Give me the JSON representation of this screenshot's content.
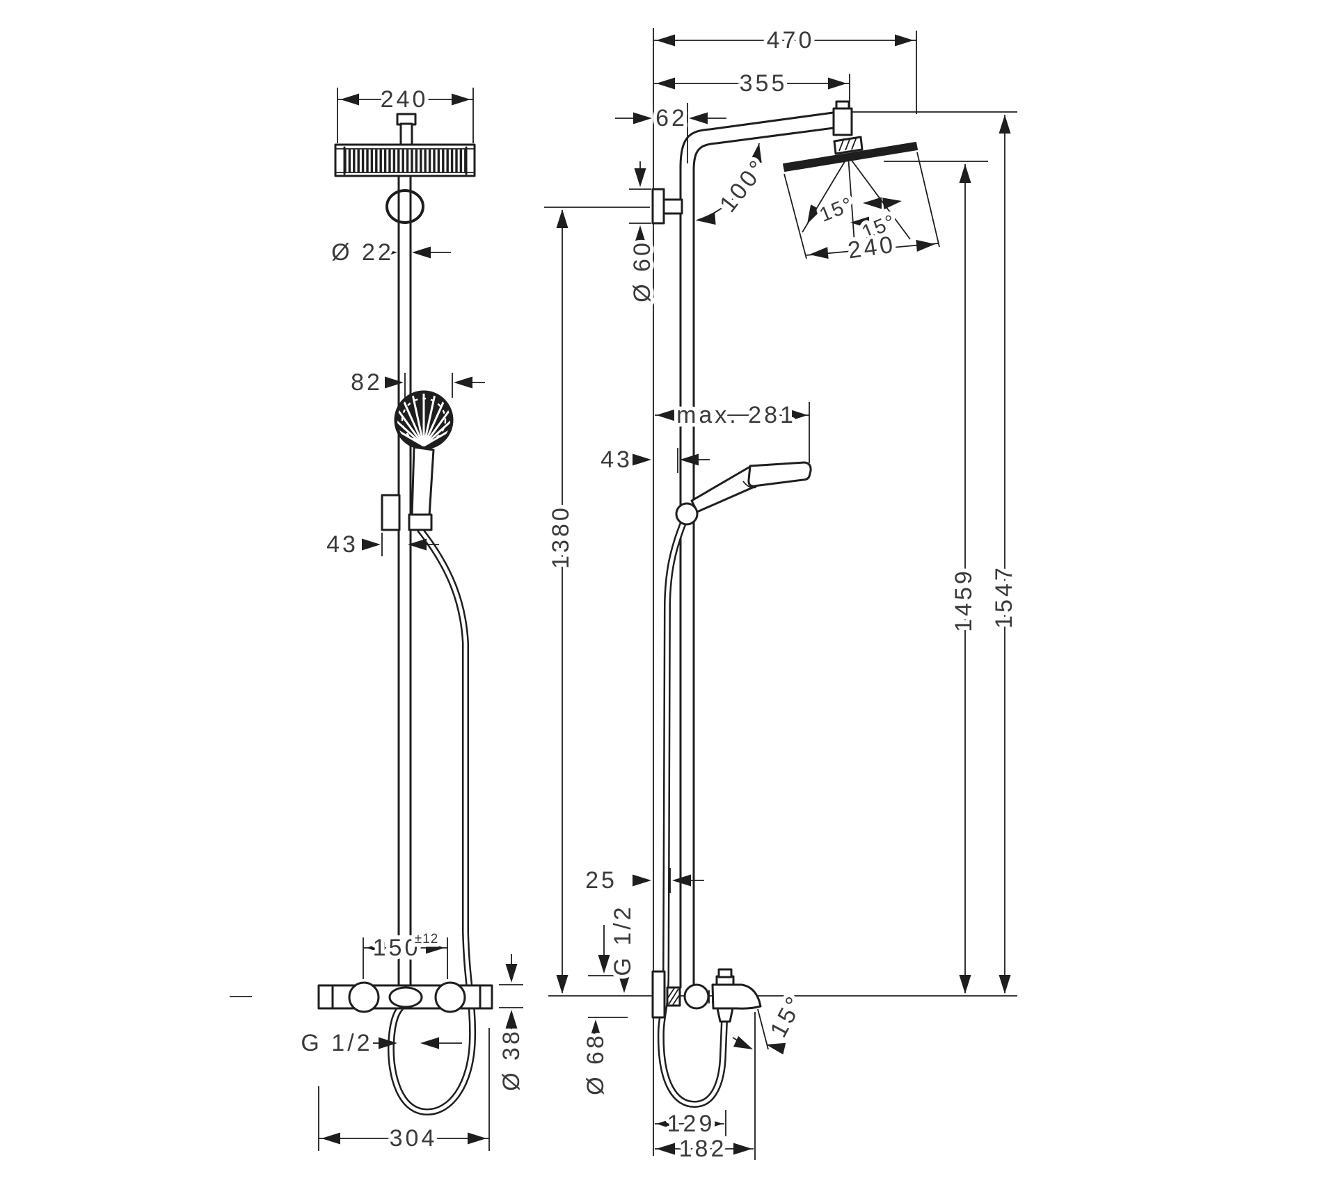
{
  "colors": {
    "line": "#1e1e1e",
    "text": "#3a3a3a",
    "background": "#ffffff"
  },
  "front": {
    "head_width": "240",
    "pipe_diameter": "Ø 22",
    "handshower_offset": "82",
    "holder_offset": "43",
    "handle_spacing": "150",
    "handle_spacing_tolerance": "±12",
    "hose_thread": "G 1/2",
    "valve_width": "304",
    "valve_diameter": "Ø 38"
  },
  "side": {
    "total_reach": "470",
    "arm_reach": "355",
    "wall_to_pipe": "62",
    "arm_angle": "100°",
    "head_tilt_left": "15°",
    "head_tilt_right": "15°",
    "head_size": "240",
    "escutcheon_diameter": "Ø 60",
    "max_reach": "max. 281",
    "holder_offset": "43",
    "pipe_height": "1380",
    "head_height": "1459",
    "total_height": "1547",
    "wall_clearance": "25",
    "supply_thread": "G 1/2",
    "spout_diameter": "Ø 68",
    "spout_angle": "15°",
    "spout_hose_offset": "129",
    "spout_length": "182"
  }
}
